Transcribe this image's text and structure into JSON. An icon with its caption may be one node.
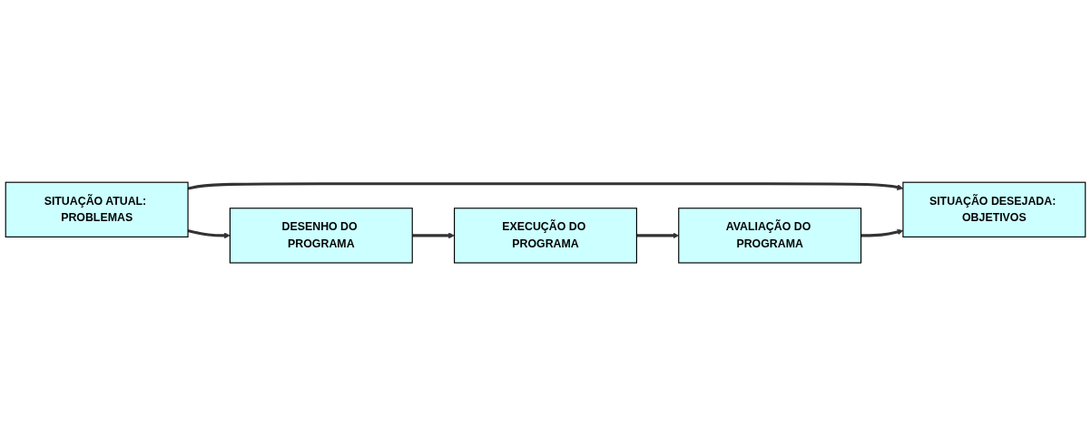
{
  "diagram": {
    "nodes": [
      {
        "text": [
          "SITUAÇÃO ATUAL: PROBLEMAS"
        ]
      },
      {
        "text": [
          "SITUAÇÃO DESEJADA: OBJETIVOS"
        ]
      },
      {
        "text": [
          "DESENHO DO PROGRAMA"
        ]
      },
      {
        "text": [
          "AVALIAÇÃO DO PROGRAMA"
        ]
      },
      {
        "text": [
          "EXECUÇÃO DO PROGRAMA"
        ]
      }
    ],
    "edges": [
      {
        "from": 0,
        "to": 1,
        "arrow": "to"
      },
      {
        "from": 0,
        "to": 2,
        "arrow": "to"
      },
      {
        "from": 2,
        "to": 4,
        "arrow": "to"
      },
      {
        "from": 4,
        "to": 3,
        "arrow": "to"
      },
      {
        "from": 3,
        "to": 1,
        "arrow": "to"
      }
    ]
  }
}
